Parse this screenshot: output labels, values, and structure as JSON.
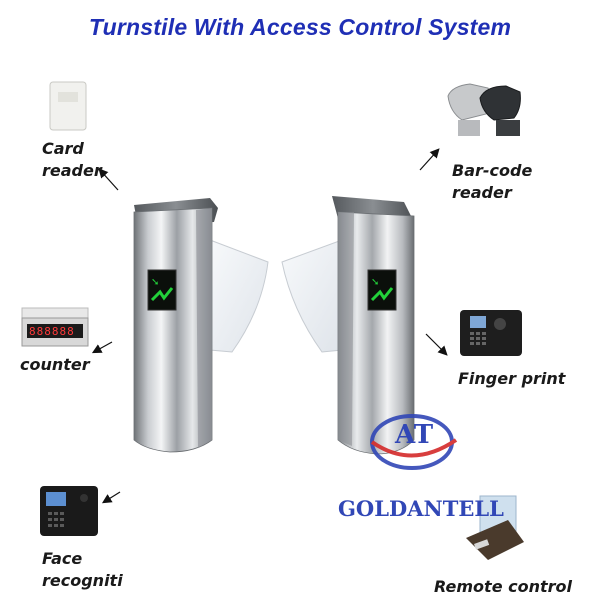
{
  "title": "Turnstile With Access Control System",
  "labels": {
    "card_reader": "Card\nreader",
    "barcode_reader": "Bar-code\nreader",
    "counter": "counter",
    "finger_print": "Finger print",
    "face_recognition": "Face\nrecogniti",
    "remote_control": "Remote control"
  },
  "watermark": {
    "logo_text": "AT",
    "brand": "GOLDANTELL"
  },
  "counter_display": "888888",
  "colors": {
    "title": "#1f2fb5",
    "label": "#1a1a1a",
    "steel_dark": "#6f7377",
    "steel_light": "#e8eaec",
    "indicator_green": "#22d13a",
    "watermark_blue": "#3147b6",
    "watermark_red": "#d42a2a"
  }
}
